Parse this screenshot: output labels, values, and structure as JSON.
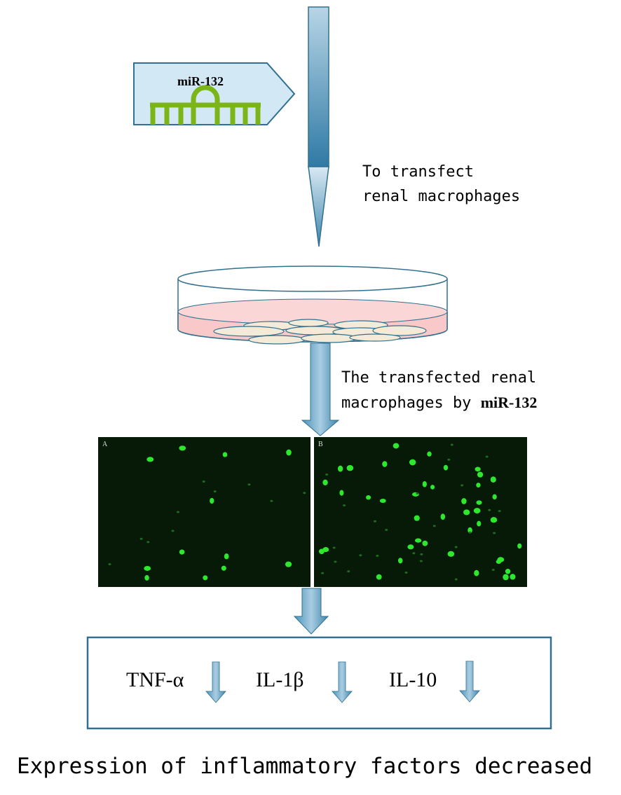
{
  "mirna_label": "miR-132",
  "step1_text": [
    "To transfect",
    "renal macrophages"
  ],
  "step2_text": {
    "line1": "The transfected renal",
    "line2_prefix": "macrophages by ",
    "line2_bold": "miR-132"
  },
  "panels": [
    {
      "label": "A"
    },
    {
      "label": "B"
    }
  ],
  "factors": [
    {
      "name": "TNF-α",
      "trend": "down"
    },
    {
      "name": "IL-1β",
      "trend": "down"
    },
    {
      "name": "IL-10",
      "trend": "down"
    }
  ],
  "conclusion": "Expression of inflammatory factors decreased",
  "colors": {
    "arrow": "#3f86ad",
    "box_border": "#31708f",
    "mirna_fill": "#d2e8f4",
    "stemloop": "#7cb518",
    "dish_liquid": "#f9c9c9",
    "cell_fill": "#f3ead8",
    "fluorescence": "#2ee82e"
  }
}
